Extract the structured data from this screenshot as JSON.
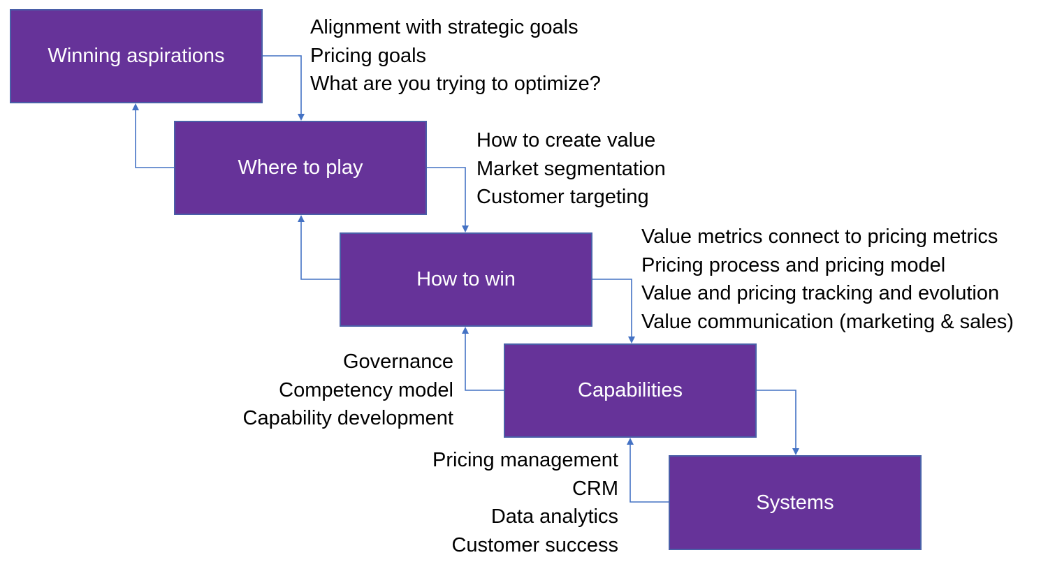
{
  "colors": {
    "box_fill": "#663399",
    "box_text": "#ffffff",
    "connector": "#4472c4",
    "note_text": "#000000"
  },
  "boxes": {
    "winning_aspirations": "Winning aspirations",
    "where_to_play": "Where to play",
    "how_to_win": "How to win",
    "capabilities": "Capabilities",
    "systems": "Systems"
  },
  "notes": {
    "winning_aspirations": [
      "Alignment with strategic goals",
      "Pricing goals",
      "What are you trying to optimize?"
    ],
    "where_to_play": [
      "How to create value",
      "Market segmentation",
      "Customer targeting"
    ],
    "how_to_win": [
      "Value metrics connect to pricing metrics",
      "Pricing process and pricing model",
      "Value and pricing tracking and evolution",
      "Value communication (marketing & sales)"
    ],
    "capabilities": [
      "Governance",
      "Competency model",
      "Capability development"
    ],
    "systems": [
      "Pricing management",
      "CRM",
      "Data analytics",
      "Customer success"
    ]
  }
}
